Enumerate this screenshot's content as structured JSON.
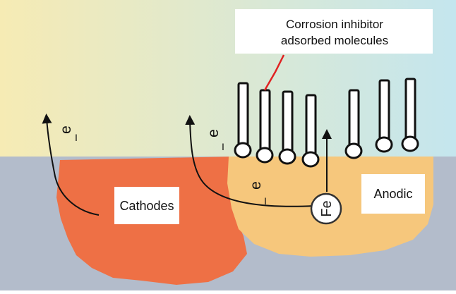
{
  "colors": {
    "solution_left": "#f6ebb4",
    "solution_right": "#c4e6ee",
    "metal": "#b3bccb",
    "cathode": "#ee7045",
    "anode": "#f6c77c",
    "inhibitor_outline": "#111111",
    "connector": "#e02222",
    "label_box": "#ffffff"
  },
  "callout": {
    "line1": "Corrosion inhibitor",
    "line2": "adsorbed molecules"
  },
  "labels": {
    "cathodes": "Cathodes",
    "anodic": "Anodic"
  },
  "symbols": {
    "electron": "e",
    "electron_subscript": "I",
    "iron": "Fe"
  }
}
